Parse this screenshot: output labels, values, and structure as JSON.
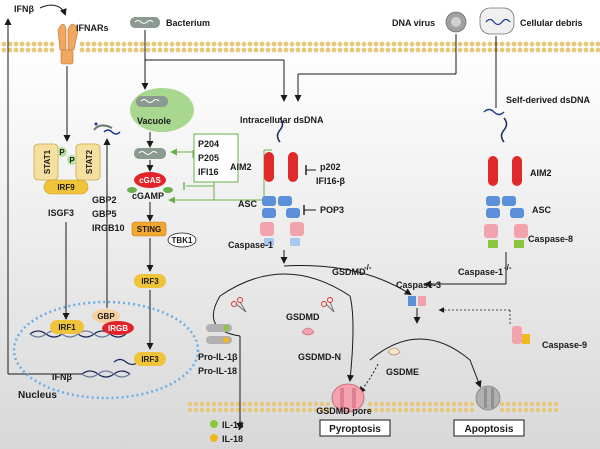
{
  "labels": {
    "ifnb_top": "IFNβ",
    "ifnars": "IFNARs",
    "bacterium": "Bacterium",
    "dna_virus": "DNA virus",
    "cellular_debris": "Cellular debris",
    "self_dsdna": "Self-derived dsDNA",
    "vacuole": "Vacuole",
    "intracellular_dsdna": "Intracellular dsDNA",
    "stat1": "STAT1",
    "stat2": "STAT2",
    "p": "P",
    "irf9": "IRF9",
    "isgf3": "ISGF3",
    "gbp2": "GBP2",
    "gbp5": "GBP5",
    "irgb10": "IRGB10",
    "p204": "P204",
    "p205": "P205",
    "ifi16": "IFI16",
    "cgas": "cGAS",
    "cgamp": "cGAMP",
    "sting": "STING",
    "tbk1": "TBK1",
    "irf3": "IRF3",
    "irf3_nuc": "IRF3",
    "aim2": "AIM2",
    "p202": "p202",
    "ifi16b": "IFI16-β",
    "asc": "ASC",
    "pop3": "POP3",
    "caspase1": "Caspase-1",
    "aim2_r": "AIM2",
    "asc_r": "ASC",
    "caspase8": "Caspase-8",
    "gsdmd_ko": "GSDMD",
    "gsdmd_ko_sup": "-/-",
    "caspase3": "Caspase-3",
    "casp1_ko": "Caspase-1",
    "casp1_ko_sup": "-/-",
    "caspase9": "Caspase-9",
    "irf1": "IRF1",
    "gbp": "GBP",
    "irgb": "IRGB",
    "ifnb_nuc": "IFNβ",
    "nucleus": "Nucleus",
    "pro_il1b": "Pro-IL-1β",
    "pro_il18": "Pro-IL-18",
    "il1b": "IL-1β",
    "il18": "IL-18",
    "gsdmd": "GSDMD",
    "gsdmdn": "GSDMD-N",
    "gsdme": "GSDME",
    "gsdmd_pore": "GSDMD pore",
    "pyroptosis": "Pyroptosis",
    "apoptosis": "Apoptosis"
  },
  "colors": {
    "membrane": "#e8c87a",
    "stat": "#f5e0a0",
    "irf": "#f0c43a",
    "cgas": "#e3232a",
    "sting": "#f0a830",
    "vacuole": "#a8d890",
    "green_arrow": "#6ab04c",
    "aim2": "#e02a2a",
    "asc": "#5b8fd8",
    "caspase": "#f2a3ad",
    "caspase8": "#8cc63f",
    "nucleus_dash": "#6aaee8",
    "il1b_dot": "#8cc63f",
    "il18_dot": "#f0b820"
  }
}
